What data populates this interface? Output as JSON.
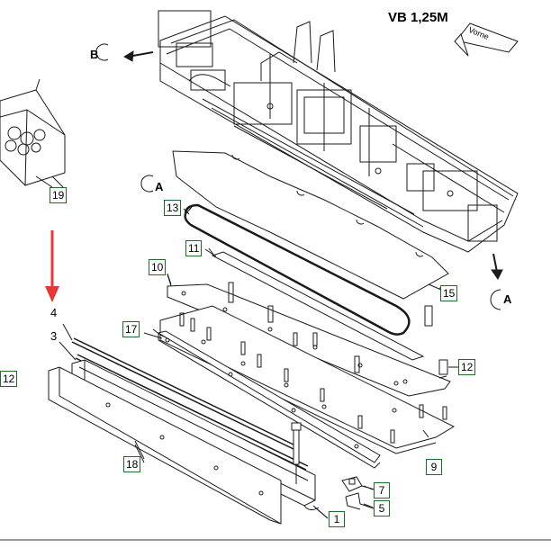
{
  "title": "VB 1,25M",
  "direction_badge": "Vorne",
  "view_markers": {
    "a_top": "A",
    "a_bottom": "A",
    "b": "B"
  },
  "callouts": {
    "c19": "19",
    "c13": "13",
    "c11": "11",
    "c10": "10",
    "c15": "15",
    "c17": "17",
    "c12_right": "12",
    "c12_left": "12",
    "c9": "9",
    "c18": "18",
    "c7": "7",
    "c5": "5",
    "c1": "1"
  },
  "labels": {
    "l4": "4",
    "l3": "3"
  },
  "colors": {
    "line": "#1a1a1a",
    "callout_border": "#1f6b2a",
    "arrow": "#e53935",
    "rule": "#9a9a9a"
  }
}
